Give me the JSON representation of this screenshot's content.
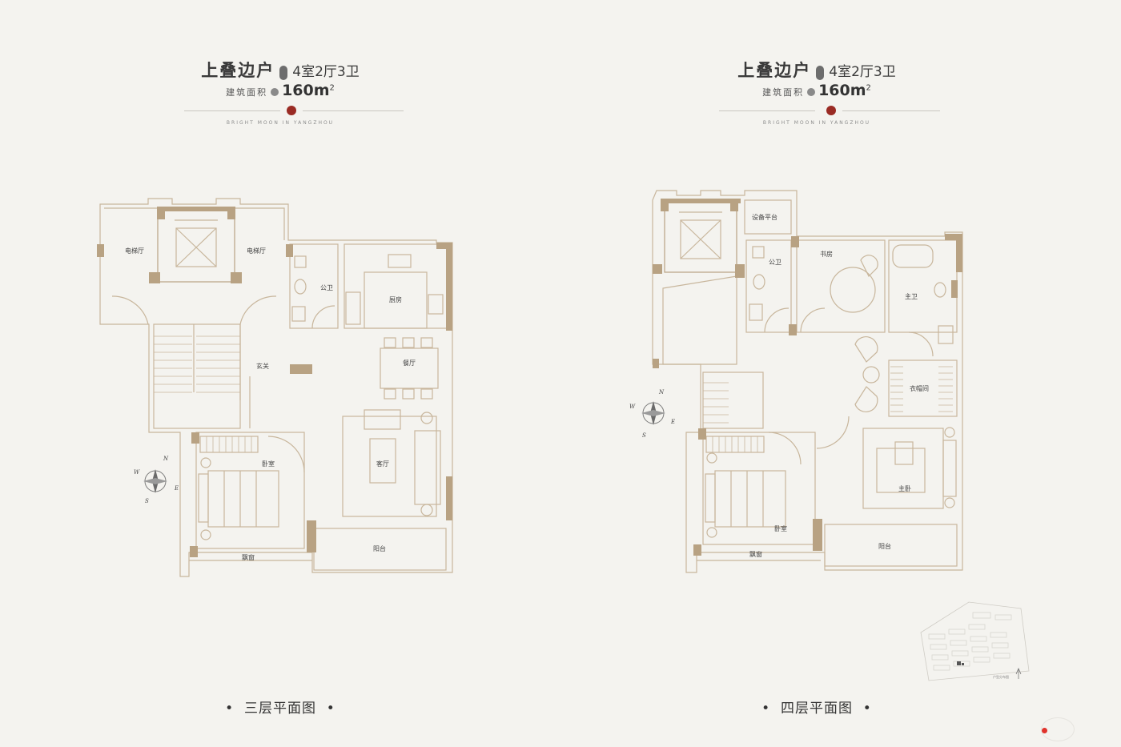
{
  "panels": {
    "left": {
      "unit_title": "上叠边户",
      "layout": "4室2厅3卫",
      "area_label": "建筑面积",
      "area_value": "160m",
      "area_sup": "2",
      "motto": "BRIGHT MOON IN YANGZHOU",
      "caption": "三层平面图",
      "rooms": {
        "elevator_hall_a": "电梯厅",
        "elevator_hall_b": "电梯厅",
        "public_bath": "公卫",
        "kitchen": "厨房",
        "foyer": "玄关",
        "dining": "餐厅",
        "living": "客厅",
        "bedroom": "卧室",
        "bay_window": "飘窗",
        "balcony": "阳台"
      }
    },
    "right": {
      "unit_title": "上叠边户",
      "layout": "4室2厅3卫",
      "area_label": "建筑面积",
      "area_value": "160m",
      "area_sup": "2",
      "motto": "BRIGHT MOON IN YANGZHOU",
      "caption": "四层平面图",
      "rooms": {
        "equipment": "设备平台",
        "public_bath": "公卫",
        "study": "书房",
        "master_bath": "主卫",
        "closet": "衣帽间",
        "master_bedroom": "主卧",
        "bedroom": "卧室",
        "bay_window": "飘窗",
        "balcony": "阳台"
      },
      "keymap_label": "户型分布图"
    }
  },
  "compass": {
    "n": "N",
    "s": "S",
    "e": "E",
    "w": "W"
  },
  "colors": {
    "wall": "#b8a283",
    "line": "#c8b69c",
    "accent": "#9a2b24",
    "background": "#f4f3ef"
  }
}
